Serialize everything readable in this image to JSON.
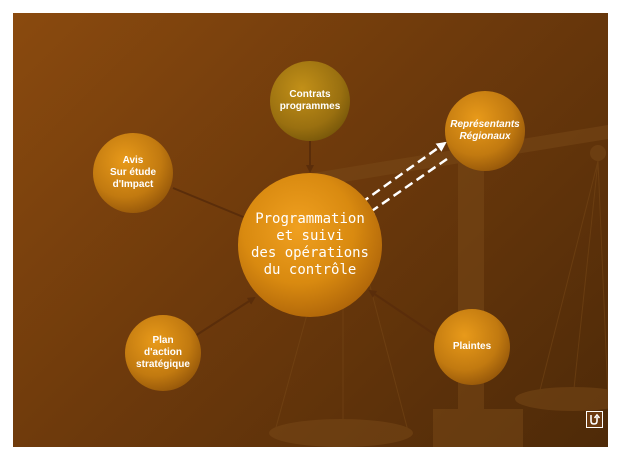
{
  "diagram": {
    "center": {
      "label": "Programmation\net suivi\ndes opérations\ndu contrôle"
    },
    "nodes": [
      {
        "id": "contrats",
        "label": "Contrats\nprogrammes"
      },
      {
        "id": "representants",
        "label": "Représentants\nRégionaux"
      },
      {
        "id": "avis",
        "label": "Avis\nSur étude\nd'Impact"
      },
      {
        "id": "plan",
        "label": "Plan\nd'action\nstratégique"
      },
      {
        "id": "plaintes",
        "label": "Plaintes"
      }
    ],
    "connections": [
      {
        "from": "contrats",
        "to": "center",
        "style": "solid"
      },
      {
        "from": "avis",
        "to": "center",
        "style": "solid"
      },
      {
        "from": "plan",
        "to": "center",
        "style": "solid"
      },
      {
        "from": "plaintes",
        "to": "center",
        "style": "solid"
      },
      {
        "from": "representants",
        "to": "center",
        "style": "dashed-bidirectional"
      }
    ]
  },
  "colors": {
    "background": "#6e3a0c",
    "node_fill": "#d98a10",
    "connector": "#5a2d0a",
    "dashed_arrow": "#ffffff"
  },
  "icons": {
    "return_button": "return-arrow-icon"
  }
}
